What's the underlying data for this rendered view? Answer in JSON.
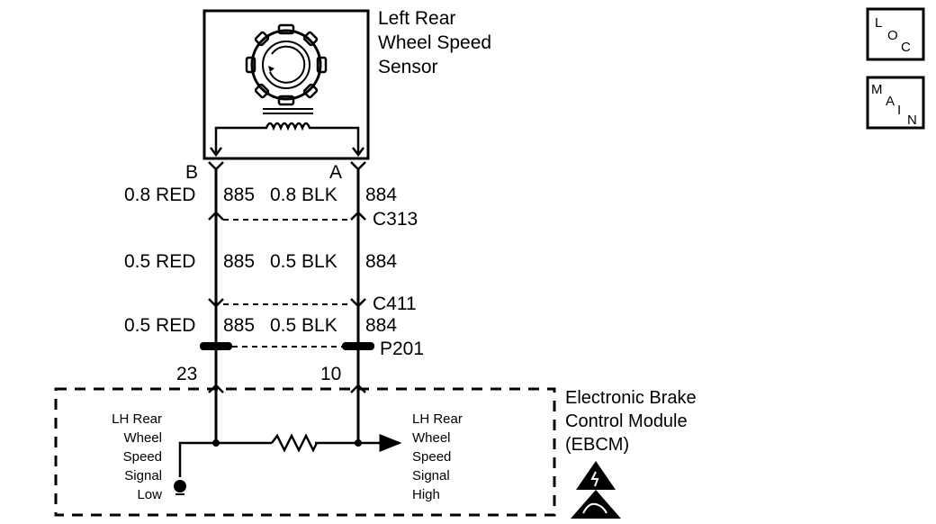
{
  "sensor": {
    "title_lines": [
      "Left Rear",
      "Wheel Speed",
      "Sensor"
    ],
    "pin_b": "B",
    "pin_a": "A"
  },
  "wires": {
    "top": {
      "left_color": "0.8 RED",
      "left_circuit": "885",
      "right_color": "0.8 BLK",
      "right_circuit": "884"
    },
    "mid": {
      "left_color": "0.5 RED",
      "left_circuit": "885",
      "right_color": "0.5 BLK",
      "right_circuit": "884"
    },
    "bottom": {
      "left_color": "0.5 RED",
      "left_circuit": "885",
      "right_color": "0.5 BLK",
      "right_circuit": "884"
    }
  },
  "connectors": {
    "c313": "C313",
    "c411": "C411",
    "p201": "P201",
    "pin_23": "23",
    "pin_10": "10"
  },
  "module": {
    "title_lines": [
      "Electronic Brake",
      "Control Module",
      "(EBCM)"
    ],
    "left_signal_lines": [
      "LH Rear",
      "Wheel",
      "Speed",
      "Signal",
      "Low"
    ],
    "right_signal_lines": [
      "LH Rear",
      "Wheel",
      "Speed",
      "Signal",
      "High"
    ]
  },
  "nav_buttons": {
    "loc": [
      "L",
      "O",
      "C"
    ],
    "main": [
      "M",
      "A",
      "I",
      "N"
    ]
  }
}
